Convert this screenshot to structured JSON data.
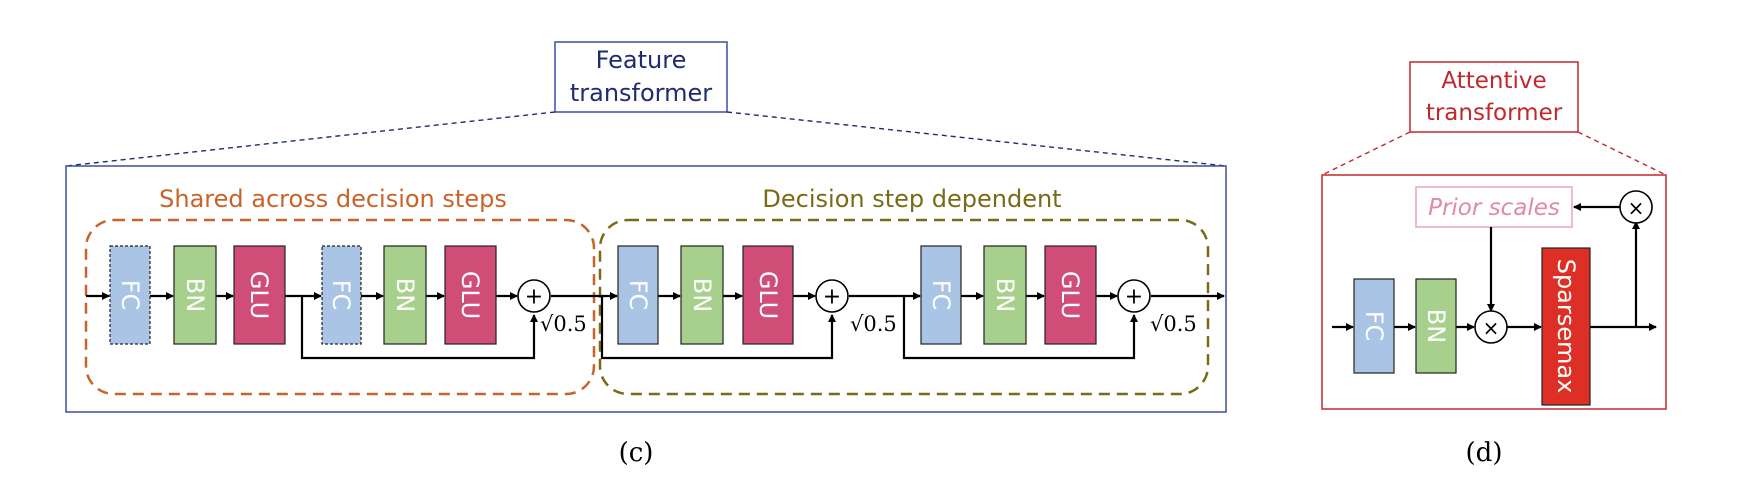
{
  "feature_transformer": {
    "title_line1": "Feature",
    "title_line2": "transformer",
    "shared_label": "Shared across decision steps",
    "dependent_label": "Decision step dependent",
    "caption": "(c)",
    "blocks": {
      "fc": "FC",
      "bn": "BN",
      "glu": "GLU"
    },
    "plus": "+",
    "sqrt_label": "√0.5"
  },
  "attentive_transformer": {
    "title_line1": "Attentive",
    "title_line2": "transformer",
    "prior_scales": "Prior scales",
    "sparsemax": "Sparsemax",
    "fc": "FC",
    "bn": "BN",
    "times": "×",
    "caption": "(d)"
  },
  "colors": {
    "feature_border": "#3a4fa0",
    "feature_title": "#1f2d6e",
    "shared_border": "#c8632a",
    "shared_text": "#c8632a",
    "dependent_border": "#7a6a16",
    "dependent_text": "#7a6a16",
    "fc_fill": "#a9c4e4",
    "bn_fill": "#a8d08d",
    "glu_fill": "#d04d78",
    "attentive_border": "#c0282d",
    "attentive_title": "#c0282d",
    "prior_border": "#e7a7bf",
    "prior_text": "#e08aa8",
    "sparsemax_fill": "#de2f26"
  }
}
